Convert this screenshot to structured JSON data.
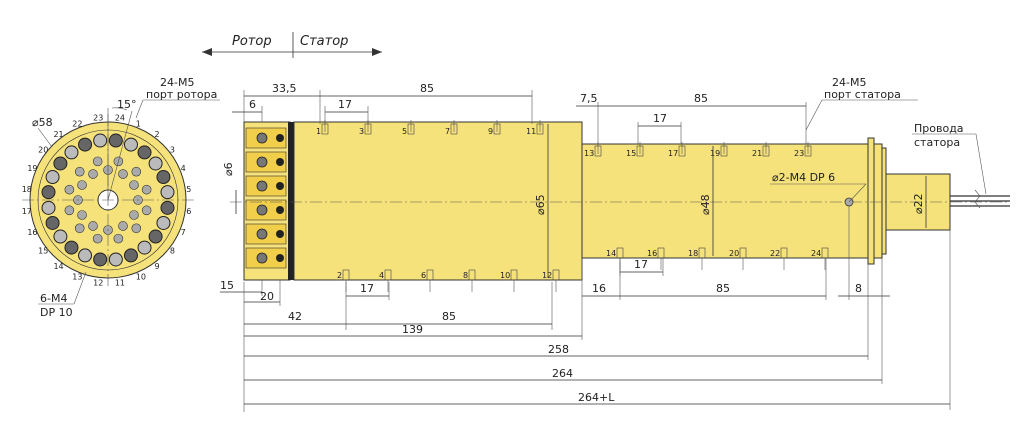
{
  "header": {
    "rotor": "Ротор",
    "stator": "Статор"
  },
  "labels": {
    "rotor_port_count": "24-М5",
    "rotor_port": "порт ротора",
    "stator_port_count": "24-М5",
    "stator_port": "порт статора",
    "wires_1": "Провода",
    "wires_2": "статора",
    "thread": "6-М4",
    "depth": "DP 10",
    "hole": "⌀2-М4 DP 6",
    "dia58": "⌀58",
    "angle": "15°"
  },
  "dims": {
    "d33_5": "33,5",
    "d85a": "85",
    "d6": "6",
    "d17a": "17",
    "d7_5": "7,5",
    "d85b": "85",
    "d17b": "17",
    "d15": "15",
    "d20": "20",
    "d17c": "17",
    "d16": "16",
    "d85c": "85",
    "d8": "8",
    "d17d": "17",
    "d42": "42",
    "d85d": "85",
    "d139": "139",
    "d258": "258",
    "d264": "264",
    "d264L": "264+L",
    "dia6": "⌀6",
    "dia65": "⌀65",
    "dia48": "⌀48",
    "dia22": "⌀22"
  },
  "ports": {
    "top_rotor": [
      "1",
      "3",
      "5",
      "7",
      "9",
      "11"
    ],
    "bottom_rotor": [
      "2",
      "4",
      "6",
      "8",
      "10",
      "12"
    ],
    "top_stator": [
      "13",
      "15",
      "17",
      "19",
      "21",
      "23"
    ],
    "bottom_stator": [
      "14",
      "16",
      "18",
      "20",
      "22",
      "24"
    ]
  },
  "circle_numbers": [
    "1",
    "2",
    "3",
    "4",
    "5",
    "6",
    "7",
    "8",
    "9",
    "10",
    "11",
    "12",
    "13",
    "14",
    "15",
    "16",
    "17",
    "18",
    "19",
    "20",
    "21",
    "22",
    "23",
    "24"
  ]
}
